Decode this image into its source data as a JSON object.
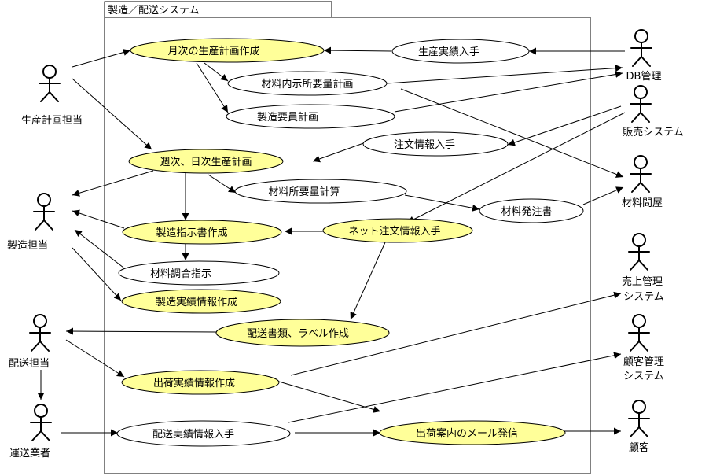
{
  "system": {
    "title": "製造／配送システム"
  },
  "colors": {
    "highlight": "#ffff99",
    "plain": "#ffffff",
    "line": "#000000"
  },
  "actors": {
    "production_planner": "生産計画担当",
    "manufacturing": "製造担当",
    "delivery": "配送担当",
    "carrier": "運送業者",
    "db_mgmt": "DB管理",
    "sales_system": "販売システム",
    "material_wholesaler": "材料問屋",
    "sales_mgmt_1": "売上管理",
    "sales_mgmt_2": "システム",
    "customer_mgmt_1": "顧客管理",
    "customer_mgmt_2": "システム",
    "customer": "顧客"
  },
  "usecases": {
    "monthly_plan": "月次の生産計画作成",
    "production_results": "生産実績入手",
    "material_plan": "材料内示所要量計画",
    "staff_plan": "製造要員計画",
    "order_info": "注文情報入手",
    "weekly_plan": "週次、日次生産計画",
    "material_calc": "材料所要量計算",
    "material_order": "材料発注書",
    "net_order": "ネット注文情報入手",
    "work_order": "製造指示書作成",
    "material_prep": "材料調合指示",
    "mfg_results": "製造実績情報作成",
    "shipping_docs": "配送書類、ラベル作成",
    "shipment_results": "出荷実績情報作成",
    "delivery_results": "配送実績情報入手",
    "shipping_mail": "出荷案内のメール発信"
  }
}
